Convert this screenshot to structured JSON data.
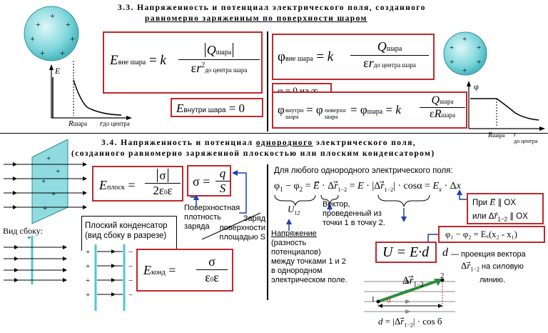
{
  "section33": {
    "heading_line1": "3.3. Напряженность и потенциал электрического поля, созданного",
    "heading_line2": "равномерно заряженным по поверхности шаром"
  },
  "section34": {
    "heading_line1_a": "3.4. Напряженность и потенциал ",
    "heading_line1_u": "однородного",
    "heading_line1_b": " электрического поля,",
    "heading_line2": "(созданного равномерно заряженной плоскостью или плоским конденсатором)"
  },
  "graph_E": {
    "y_label": "E",
    "x_label": "r",
    "x_label_sub": "до центра",
    "mark": "R",
    "mark_sub": "шара"
  },
  "graph_phi": {
    "y_label": "φ",
    "x_label": "r",
    "x_label_sub": "до центра",
    "mark": "R",
    "mark_sub": "шара"
  },
  "sphere": {
    "charge_sign": "+"
  },
  "formulas": {
    "E_out_lhs": "E",
    "E_out_lhs_sub": "вне шара",
    "k": "k",
    "Q": "Q",
    "Q_sub": "шара",
    "eps": "ε",
    "r": "r",
    "r_sub": "до центра шара",
    "E_in_lhs": "E",
    "E_in_sub": "внутри шара",
    "E_in_rhs": "= 0",
    "phi_out_lhs": "φ",
    "phi_out_sub": "вне шара",
    "phi_zero": "φ = 0 на ∞",
    "phi_in": "φ",
    "phi_in_sub_1": "внутри",
    "phi_in_sub_2": "шара",
    "phi_surf_sub_1": "поверхн",
    "phi_surf_sub_2": "шара",
    "phi_sh_sub": "шара",
    "R": "R",
    "R_sub": "шара",
    "E_plane_lhs": "E",
    "E_plane_sub": "плоск",
    "sigma": "σ",
    "two_eps": "2ε",
    "sigma_def_num": "q",
    "sigma_def_den": "S",
    "E_cap_lhs": "E",
    "E_cap_sub": "конд",
    "eps0": "ε",
    "eps0_sub": "0",
    "U_formula": "U = E·d"
  },
  "labels": {
    "side_view": "Вид сбоку:",
    "surface_density": [
      "Поверхностная",
      "плотность",
      "заряда"
    ],
    "charge_area": [
      "Заряд",
      "поверхности",
      "площадью S"
    ],
    "capacitor": [
      "Плоский конденсатор",
      "(вид сбоку в разрезе)"
    ],
    "uniform_any": "Для любого однородного электрического поля:",
    "U12": "U",
    "U12_sub": "12",
    "vector_note": [
      "Вектор,",
      "проведенный из",
      "точки 1 в точку 2."
    ],
    "voltage_u": "Напряжение",
    "voltage_rest": [
      "(разность",
      "потенциалов)",
      "между точками 1 и 2",
      "в однородном",
      "электрическом поле."
    ],
    "when_1": "При",
    "when_1b": "∥ OX",
    "when_2": "или",
    "when_2b": "∥ OX",
    "proj_formula": "φ₁ − φ₂ = Eₓ(x₂ - x₁)",
    "d_note": [
      "— проекция вектора",
      "на силовую",
      "линию."
    ],
    "d_symbol": "d",
    "point1": "1",
    "point2": "2",
    "alpha": "α",
    "d_bottom": "d = |Δr₁₋₂| · cos б"
  }
}
